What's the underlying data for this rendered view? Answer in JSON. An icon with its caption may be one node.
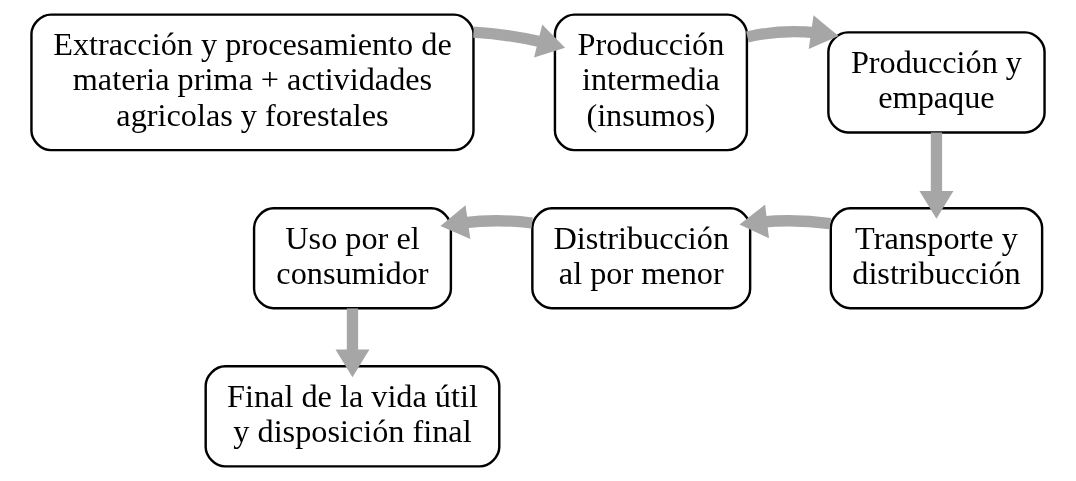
{
  "diagram": {
    "nodes": [
      {
        "text": [
          "Extracción y procesamiento de materia prima + actividades agricolas y forestales"
        ]
      },
      {
        "text": [
          "Producción intermedia (insumos)"
        ]
      },
      {
        "text": [
          "Producción y empaque"
        ]
      },
      {
        "text": [
          "Transporte y distribucción"
        ]
      },
      {
        "text": [
          "Distribucción al por menor"
        ]
      },
      {
        "text": [
          "Uso por el consumidor"
        ]
      },
      {
        "text": [
          "Final de la vida útil y disposición final"
        ]
      }
    ],
    "edges": [
      {
        "from": 0,
        "to": 1,
        "arrow": "to"
      },
      {
        "from": 1,
        "to": 2,
        "arrow": "to"
      },
      {
        "from": 2,
        "to": 3,
        "arrow": "to"
      },
      {
        "from": 3,
        "to": 4,
        "arrow": "to"
      },
      {
        "from": 4,
        "to": 5,
        "arrow": "to"
      },
      {
        "from": 5,
        "to": 6,
        "arrow": "to"
      }
    ]
  }
}
